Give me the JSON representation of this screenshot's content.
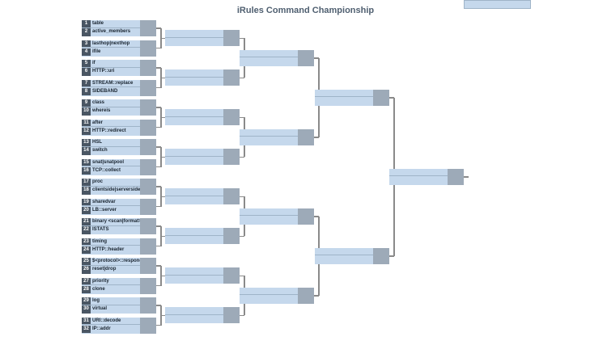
{
  "title": "iRules Command Championship",
  "colors": {
    "slot": "#c5d8ec",
    "score": "#9daab8",
    "seed": "#4a5663",
    "connector": "#8a8a8a"
  },
  "entrants": [
    {
      "seed": "1",
      "name": "table"
    },
    {
      "seed": "2",
      "name": "active_members"
    },
    {
      "seed": "3",
      "name": "lasthop|nexthop"
    },
    {
      "seed": "4",
      "name": "ifile"
    },
    {
      "seed": "5",
      "name": "if"
    },
    {
      "seed": "6",
      "name": "HTTP::uri"
    },
    {
      "seed": "7",
      "name": "STREAM::replace"
    },
    {
      "seed": "8",
      "name": "SIDEBAND"
    },
    {
      "seed": "9",
      "name": "class"
    },
    {
      "seed": "10",
      "name": "whereis"
    },
    {
      "seed": "11",
      "name": "after"
    },
    {
      "seed": "12",
      "name": "HTTP::redirect"
    },
    {
      "seed": "13",
      "name": "HSL"
    },
    {
      "seed": "14",
      "name": "switch"
    },
    {
      "seed": "15",
      "name": "snat|snatpool"
    },
    {
      "seed": "16",
      "name": "TCP::collect"
    },
    {
      "seed": "17",
      "name": "proc"
    },
    {
      "seed": "18",
      "name": "clientside|serverside"
    },
    {
      "seed": "19",
      "name": "sharedvar"
    },
    {
      "seed": "20",
      "name": "LB::server"
    },
    {
      "seed": "21",
      "name": "binary <scan|format>"
    },
    {
      "seed": "22",
      "name": "ISTATS"
    },
    {
      "seed": "23",
      "name": "timing"
    },
    {
      "seed": "24",
      "name": "HTTP::header"
    },
    {
      "seed": "25",
      "name": "$<protocol>::respond"
    },
    {
      "seed": "26",
      "name": "reset|drop"
    },
    {
      "seed": "27",
      "name": "priority"
    },
    {
      "seed": "28",
      "name": "clone"
    },
    {
      "seed": "29",
      "name": "log"
    },
    {
      "seed": "30",
      "name": "virtual"
    },
    {
      "seed": "31",
      "name": "URI::decode"
    },
    {
      "seed": "32",
      "name": "IP::addr"
    }
  ]
}
